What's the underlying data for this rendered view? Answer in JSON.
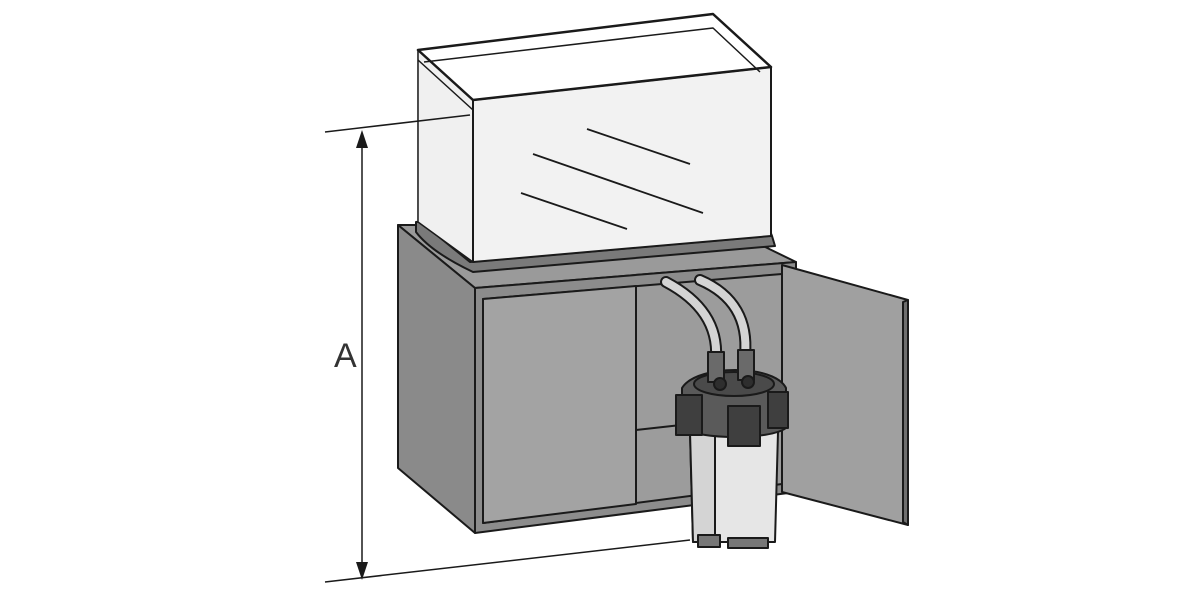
{
  "diagram": {
    "dimension_label": "A",
    "colors": {
      "background": "#ffffff",
      "outline": "#1a1a1a",
      "cabinet": "#8c8c8c",
      "cabinet_door_panel": "#a3a3a3",
      "glass": "#f2f2f2",
      "tank_base": "#7a7a7a",
      "filter_body": "#e6e6e6",
      "filter_head": "#4d4d4d",
      "hose": "#cfcfcf"
    },
    "icons": [
      "aquarium-tank",
      "cabinet",
      "canister-filter",
      "hoses",
      "dimension-arrow"
    ]
  }
}
